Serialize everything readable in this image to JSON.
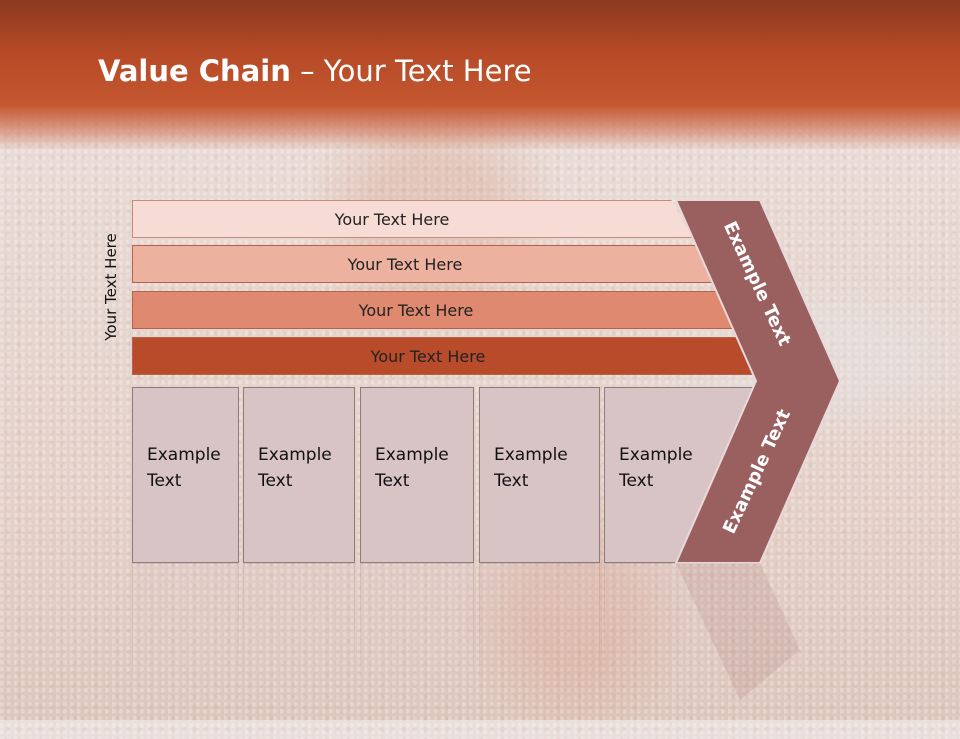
{
  "slide": {
    "title_bold": "Value Chain",
    "title_rest": " – Your Text Here",
    "vertical_label": "Your Text Here"
  },
  "bars": [
    {
      "label": "Your Text Here"
    },
    {
      "label": "Your Text Here"
    },
    {
      "label": "Your Text Here"
    },
    {
      "label": "Your Text Here"
    }
  ],
  "boxes": [
    {
      "line1": "Example",
      "line2": "Text"
    },
    {
      "line1": "Example",
      "line2": "Text"
    },
    {
      "line1": "Example",
      "line2": "Text"
    },
    {
      "line1": "Example",
      "line2": "Text"
    },
    {
      "line1": "Example",
      "line2": "Text"
    }
  ],
  "chevron": {
    "upper_label": "Example Text",
    "lower_label": "Example Text"
  },
  "colors": {
    "header": "#b64a27",
    "chevron": "#9a5f5f",
    "box": "#d8c3c5"
  }
}
